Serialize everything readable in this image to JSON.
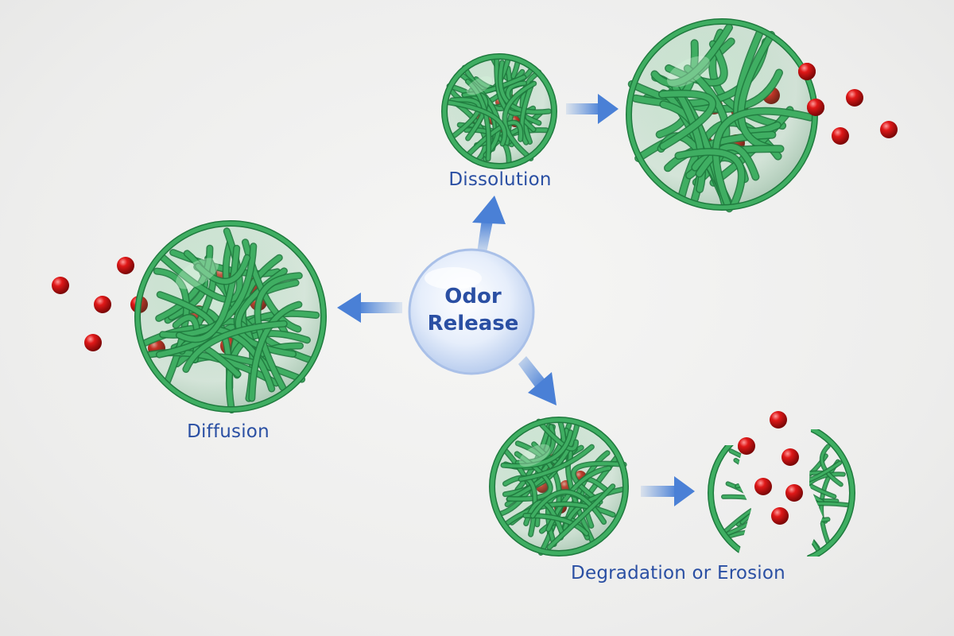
{
  "center": {
    "line1": "Odor",
    "line2": "Release"
  },
  "labels": {
    "diffusion": "Diffusion",
    "dissolution": "Dissolution",
    "degradation": "Degradation or Erosion"
  },
  "colors": {
    "text": "#2a4fa3",
    "capsule": "#3fae62",
    "capsule_dark": "#1f7a3e",
    "molecule": "#d41414",
    "arrow": "#5b8fdb"
  }
}
